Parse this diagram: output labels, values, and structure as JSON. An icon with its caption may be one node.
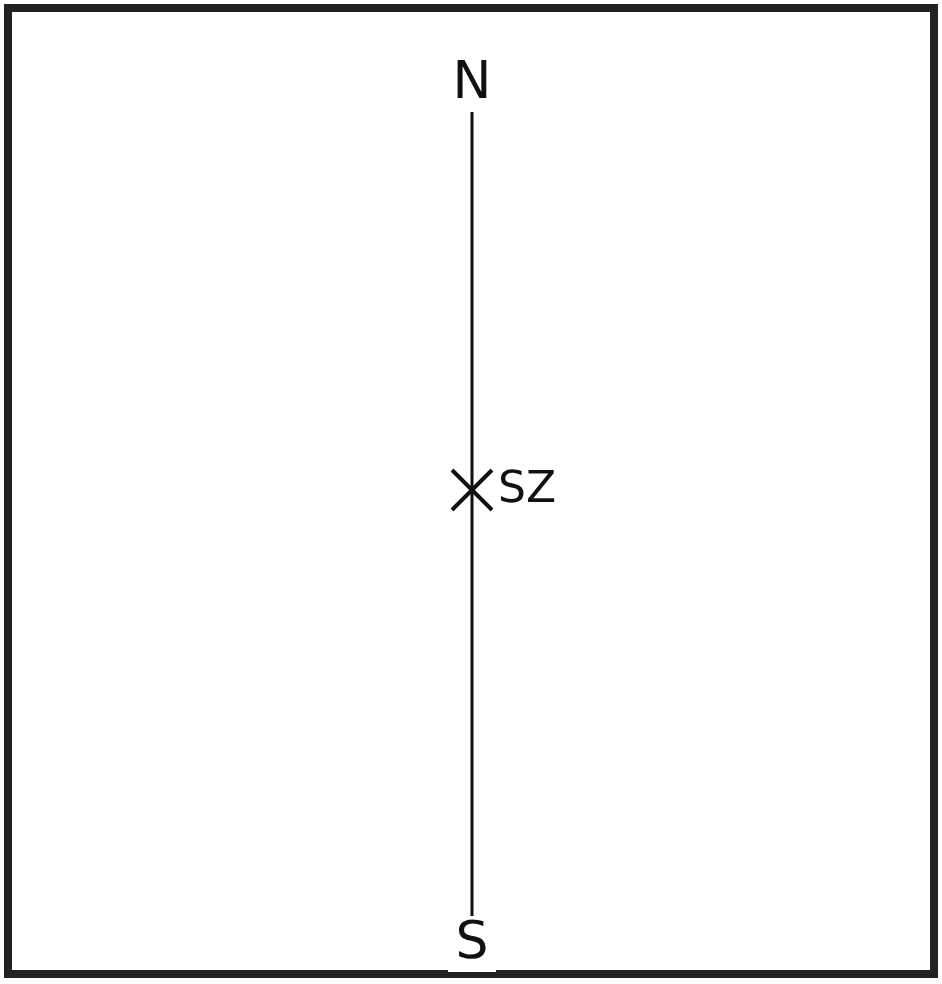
{
  "diagram": {
    "nodes": [
      {
        "text": [
          "N"
        ]
      },
      {
        "text": [
          "S"
        ]
      }
    ],
    "edges": [
      {
        "from": 0,
        "to": 1,
        "arrow": "none"
      }
    ],
    "labels": [
      "SZ"
    ]
  }
}
